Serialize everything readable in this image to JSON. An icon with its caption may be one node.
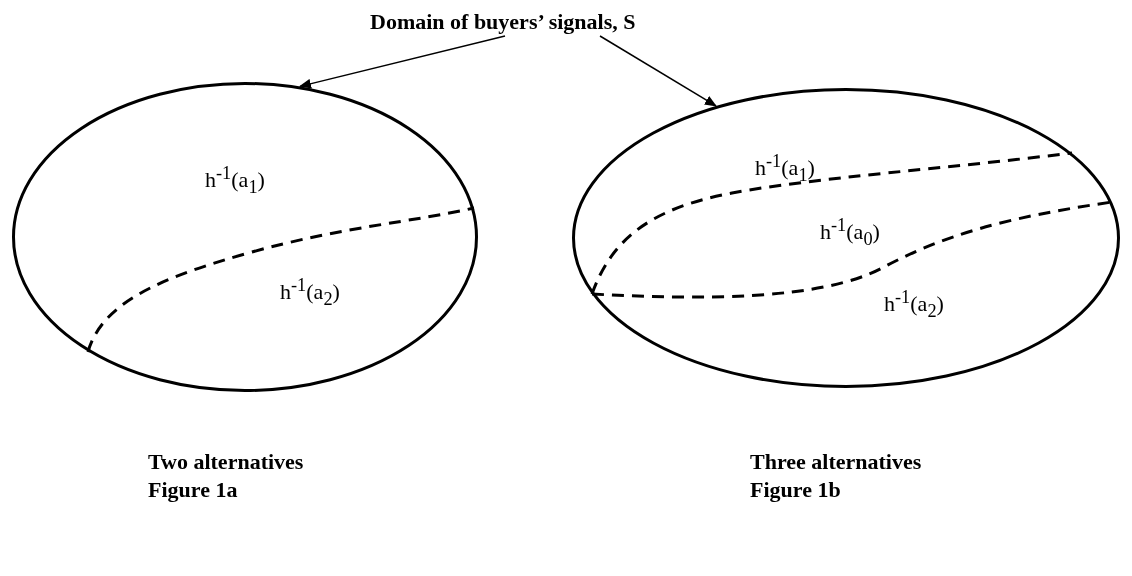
{
  "diagram": {
    "nodes": [
      {
        "text": [
          "Domain of buyers’ signals, S"
        ]
      },
      {
        "text": [
          "h$^{-1}$(a$_{1}$)",
          "h$^{-1}$(a$_{2}$)"
        ],
        "beside": [
          "Two alternatives",
          "Figure 1a"
        ]
      },
      {
        "text": [
          "h$^{-1}$(a$_{1}$)",
          "h$^{-1}$(a$_{0}$)",
          "h$^{-1}$(a$_{2}$)"
        ],
        "beside": [
          "Three alternatives",
          "Figure 1b"
        ]
      }
    ],
    "edges": [
      {
        "from": 0,
        "to": 1,
        "arrow": "to"
      },
      {
        "from": 0,
        "to": 2,
        "arrow": "to"
      }
    ]
  }
}
